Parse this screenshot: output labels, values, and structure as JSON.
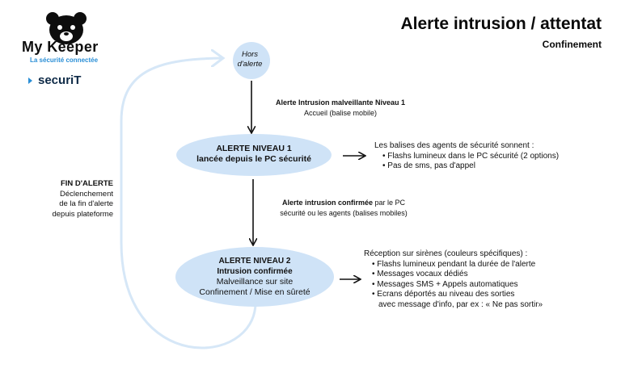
{
  "brand": {
    "name": "My Keeper",
    "tagline": "La sécurité connectée",
    "partner": "securiT"
  },
  "header": {
    "title": "Alerte intrusion / attentat",
    "subtitle": "Confinement"
  },
  "nodes": {
    "hors_alerte": [
      "Hors",
      "d'alerte"
    ],
    "level1": [
      "ALERTE NIVEAU  1",
      "lancée depuis le PC sécurité"
    ],
    "level2": {
      "title": "ALERTE NIVEAU 2",
      "subtitle": "Intrusion confirmée",
      "line3": "Malveillance sur site",
      "line4": "Confinement / Mise en sûreté"
    }
  },
  "edges": {
    "to_level1": {
      "bold": "Alerte Intrusion malveillante Niveau 1",
      "normal": "Accueil (balise mobile)"
    },
    "to_level2": {
      "bold": "Alerte intrusion confirmée",
      "rest": " par le PC",
      "line2": "sécurité ou les agents (balises mobiles)"
    },
    "fin": {
      "bold": "FIN D'ALERTE",
      "lines": [
        "Déclenchement",
        "de la fin d'alerte",
        "depuis plateforme"
      ]
    }
  },
  "info_level1": {
    "heading": "Les balises des agents de sécurité sonnent :",
    "bullets": [
      "• Flashs lumineux dans le PC sécurité (2 options)",
      "• Pas de sms, pas d'appel"
    ]
  },
  "info_level2": {
    "heading": "Réception sur sirènes (couleurs spécifiques) :",
    "bullets": [
      "• Flashs lumineux pendant la durée de l'alerte",
      "• Messages vocaux dédiés",
      "• Messages SMS + Appels automatiques",
      "• Ecrans déportés au niveau des sorties"
    ],
    "continuation": "avec message d'info, par ex :  « Ne pas sortir»"
  },
  "colors": {
    "ellipse_fill": "#cfe3f7",
    "loop_stroke": "#d6e7f7",
    "accent": "#2b8fd6",
    "arrow": "#111111"
  }
}
